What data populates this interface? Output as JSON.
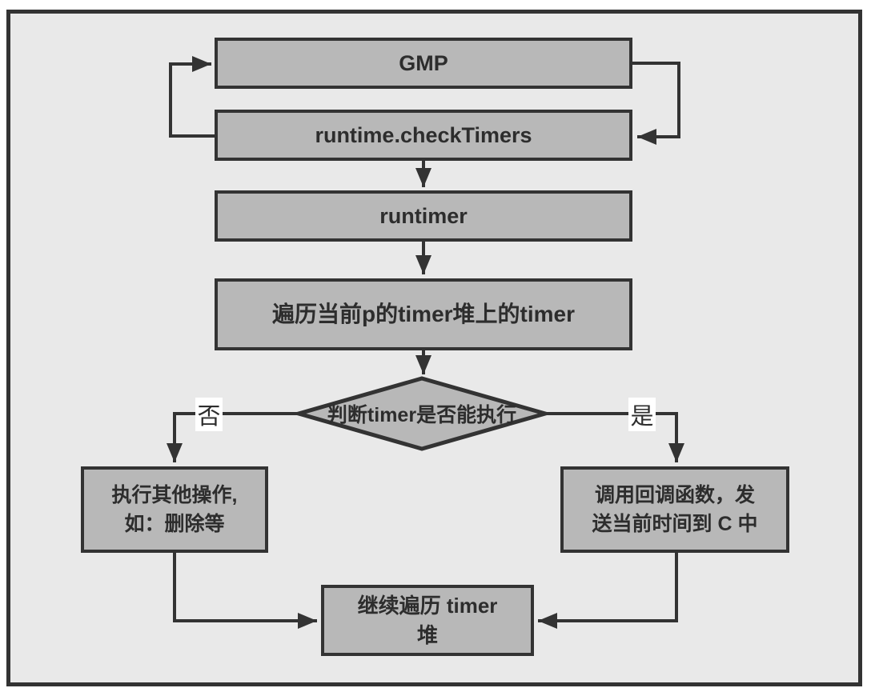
{
  "colors": {
    "frame_background": "#e9e9e9",
    "node_fill": "#b8b8b8",
    "stroke": "#333333",
    "text": "#2d2d2d",
    "branch_label_background": "#ffffff"
  },
  "nodes": {
    "gmp": {
      "label": "GMP"
    },
    "check_timers": {
      "label": "runtime.checkTimers"
    },
    "runtimer": {
      "label": "runtimer"
    },
    "iterate": {
      "label": "遍历当前p的timer堆上的timer"
    },
    "decision": {
      "label": "判断timer是否能执行"
    },
    "other_ops": {
      "line1": "执行其他操作,",
      "line2": "如：删除等"
    },
    "callback": {
      "line1": "调用回调函数，发",
      "line2": "送当前时间到 C 中"
    },
    "continue_loop": {
      "line1": "继续遍历 timer",
      "line2": "堆"
    }
  },
  "edge_labels": {
    "no": "否",
    "yes": "是"
  }
}
